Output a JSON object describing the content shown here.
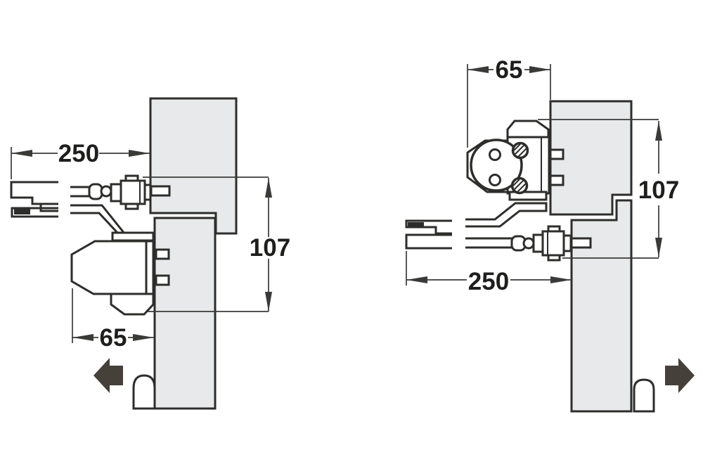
{
  "description": "Door closer installation drawing with two mirrored mounting views and millimetre dimensions",
  "colors": {
    "background": "#ffffff",
    "panel_fill": "#e7e9ea",
    "outline": "#2d2d2b",
    "dimension_line": "#3a3a38",
    "label_text": "#1e1e1d",
    "direction_arrow": "#46403a"
  },
  "left_view": {
    "dim_width": "250",
    "dim_height": "107",
    "dim_depth": "65",
    "direction_icon": "arrow-left"
  },
  "right_view": {
    "dim_width": "250",
    "dim_height": "107",
    "dim_depth": "65",
    "direction_icon": "arrow-right"
  }
}
